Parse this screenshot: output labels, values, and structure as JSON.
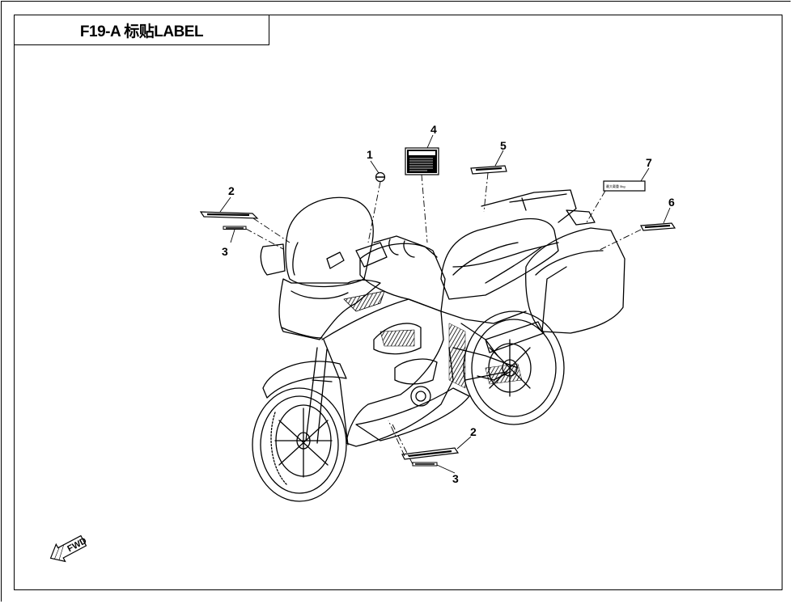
{
  "header": {
    "title": "F19-A 标贴LABEL"
  },
  "callouts": [
    {
      "id": "c1",
      "number": "1"
    },
    {
      "id": "c2a",
      "number": "2"
    },
    {
      "id": "c3a",
      "number": "3"
    },
    {
      "id": "c4",
      "number": "4"
    },
    {
      "id": "c5",
      "number": "5"
    },
    {
      "id": "c6",
      "number": "6"
    },
    {
      "id": "c7",
      "number": "7"
    },
    {
      "id": "c2b",
      "number": "2"
    },
    {
      "id": "c3b",
      "number": "3"
    }
  ],
  "direction_marker": {
    "label": "FWD"
  },
  "label_7_text": "最大载重 5kg"
}
